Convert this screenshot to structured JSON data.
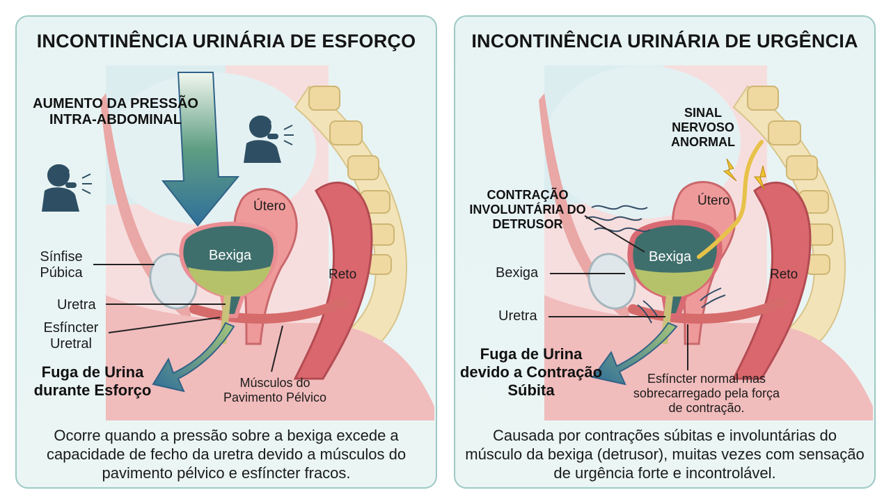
{
  "left": {
    "title": "INCONTINÊNCIA URINÁRIA DE ESFORÇO",
    "pressure": "AUMENTO DA PRESSÃO INTRA-ABDOMINAL",
    "sinfise": "Sínfise Púbica",
    "uretra": "Uretra",
    "esfincter": "Esfíncter Uretral",
    "bexiga": "Bexiga",
    "utero": "Útero",
    "reto": "Reto",
    "fuga": "Fuga de Urina durante Esforço",
    "musculos": "Músculos do Pavimento Pélvico",
    "caption": "Ocorre quando a pressão sobre a bexiga excede a capacidade de fecho da uretra devido a músculos do pavimento pélvico e esfíncter fracos."
  },
  "right": {
    "title": "INCONTINÊNCIA URINÁRIA DE URGÊNCIA",
    "sinal": "SINAL NERVOSO ANORMAL",
    "contracao": "CONTRAÇÃO INVOLUNTÁRIA DO DETRUSOR",
    "bexiga_label": "Bexiga",
    "bexiga": "Bexiga",
    "utero": "Útero",
    "reto": "Reto",
    "uretra": "Uretra",
    "fuga": "Fuga de Urina devido a Contração Súbita",
    "esfincter_note": "Esfíncter normal mas sobrecarregado pela força de contração.",
    "caption": "Causada por contrações súbitas e involuntárias do músculo da bexiga (detrusor), muitas vezes com sensação de urgência forte e incontrolável."
  }
}
